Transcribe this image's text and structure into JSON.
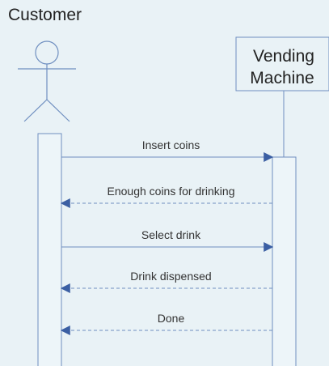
{
  "participants": {
    "customer": {
      "label": "Customer"
    },
    "vending": {
      "line1": "Vending",
      "line2": "Machine"
    }
  },
  "messages": [
    {
      "label": "Insert coins",
      "direction": "right",
      "style": "solid"
    },
    {
      "label": "Enough coins for drinking",
      "direction": "left",
      "style": "dashed"
    },
    {
      "label": "Select drink",
      "direction": "right",
      "style": "solid"
    },
    {
      "label": "Drink dispensed",
      "direction": "left",
      "style": "dashed"
    },
    {
      "label": "Done",
      "direction": "left",
      "style": "dashed"
    }
  ],
  "colors": {
    "background": "#e9f2f6",
    "line": "#6f8fc0",
    "activation_fill": "#edf5f9",
    "text": "#222222",
    "arrowhead": "#3b5fa3"
  }
}
